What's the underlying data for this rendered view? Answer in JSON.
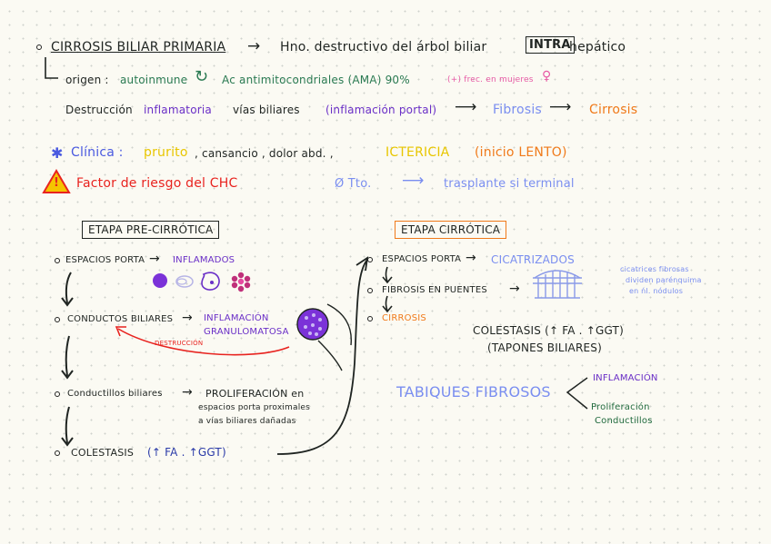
{
  "header": {
    "title": "CIRROSIS BILIAR PRIMARIA",
    "arrow": "→",
    "definition_a": "Hno. destructivo del árbol biliar",
    "intra": "INTRA",
    "definition_b": "hepático"
  },
  "origin": {
    "label": "origen :",
    "autoinmune": "autoinmune",
    "antibody": "Ac antimitocondriales (AMA) 90%",
    "freq": "(+) frec. en mujeres",
    "female_symbol": "♀"
  },
  "destruction_line": {
    "text_a": "Destrucción",
    "text_b": "inflamatoria",
    "text_c": "vías biliares",
    "text_d": "(inflamación portal)",
    "arrow1": "⟶",
    "fibrosis": "Fibrosis",
    "arrow2": "⟶",
    "cirrosis": "Cirrosis"
  },
  "clinica": {
    "star": "✱",
    "label": "Clínica :",
    "prurito": "prurito",
    "rest": ", cansancio , dolor abd. ,",
    "ictericia": "ICTERICIA",
    "inicio": "(inicio LENTO)"
  },
  "factor": {
    "warning": "!",
    "text": "Factor de riesgo del CHC",
    "no_tto": "Ø Tto.",
    "arrow": "⟶",
    "transplant": "trasplante si terminal"
  },
  "etapa_pre": {
    "title": "ETAPA PRE-CIRRÓTICA",
    "items": [
      {
        "label": "ESPACIOS PORTA",
        "arrow": "→",
        "result": "INFLAMADOS"
      },
      {
        "label": "CONDUCTOS BILIARES",
        "arrow": "→",
        "result_a": "INFLAMACIÓN",
        "result_b": "GRANULOMATOSA",
        "destruccion": "DESTRUCCIÓN"
      },
      {
        "label": "Conductillos biliares",
        "arrow": "→",
        "result_a": "PROLIFERACIÓN en",
        "result_b": "espacios porta proximales",
        "result_c": "a vías biliares dañadas"
      },
      {
        "label": "COLESTASIS",
        "result": "(↑ FA . ↑GGT)"
      }
    ]
  },
  "etapa_cirr": {
    "title": "ETAPA CIRRÓTICA",
    "items": [
      {
        "label": "ESPACIOS PORTA",
        "arrow": "→",
        "result": "CICATRIZADOS"
      },
      {
        "label": "FIBROSIS EN PUENTES",
        "arrow": "→"
      },
      {
        "label": "CIRROSIS"
      }
    ],
    "cicatrices_note_a": "cicatrices fibrosas",
    "cicatrices_note_b": "dividen parénquima",
    "cicatrices_note_c": "en ńl. nódulos",
    "colestasis_a": "COLESTASIS (↑ FA . ↑GGT)",
    "colestasis_b": "(TAPONES BILIARES)",
    "tabiques": "TABIQUES FIBROSOS",
    "branch1": "INFLAMACIÓN",
    "branch2_a": "Proliferación",
    "branch2_b": "Conductillos"
  },
  "colors": {
    "ink": "#1f2421",
    "purple": "#6a2fc7",
    "orange": "#f07a1a",
    "blue": "#7a8ef0",
    "red": "#e8231f",
    "yellow": "#e8c600",
    "green": "#226b3e",
    "pink": "#e75aa5"
  }
}
